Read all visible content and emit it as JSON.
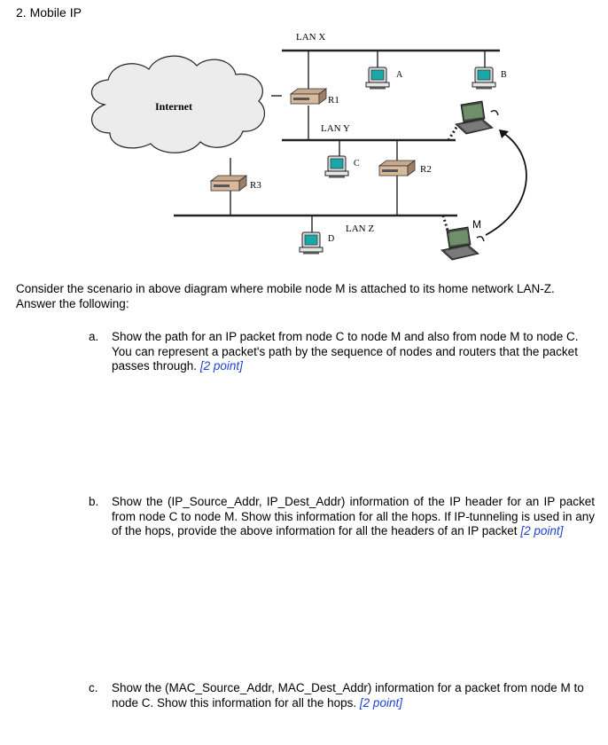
{
  "heading": "2.   Mobile IP",
  "diagram": {
    "cloud_label": "Internet",
    "lan_x": "LAN X",
    "lan_y": "LAN Y",
    "lan_z": "LAN Z",
    "r1": "R1",
    "r2": "R2",
    "r3": "R3",
    "node_a": "A",
    "node_b": "B",
    "node_c": "C",
    "node_d": "D",
    "node_m": "M"
  },
  "intro": "Consider the scenario in above diagram where mobile node M is attached to its home network LAN-Z. Answer the following:",
  "questions": [
    {
      "marker": "a.",
      "text": "Show the path for an IP packet from node C to node M and also from node M to node C. You can represent a packet's path by the sequence of nodes and routers that the packet passes through.",
      "points": "[2 point]"
    },
    {
      "marker": "b.",
      "text": "Show the (IP_Source_Addr, IP_Dest_Addr) information of the IP header for an IP packet from node C to node M. Show this information for all the hops. If IP-tunneling is used in any of the hops, provide the above information for all the headers of an IP packet",
      "points": "[2 point]"
    },
    {
      "marker": "c.",
      "text": "Show the (MAC_Source_Addr, MAC_Dest_Addr) information for a packet from node M to node C. Show this information for all the hops.",
      "points": "[2 point]"
    }
  ]
}
